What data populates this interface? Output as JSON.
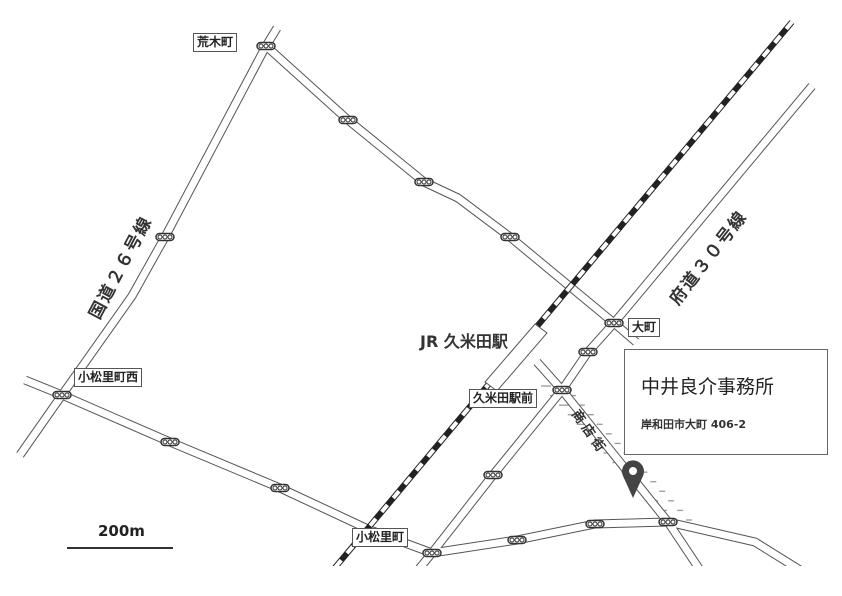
{
  "map": {
    "intersections": [
      "荒木町",
      "小松里町西",
      "大町",
      "久米田駅前",
      "小松里町"
    ],
    "station_label": "JR 久米田駅",
    "roads": {
      "route26": "国道２６号線",
      "route30": "府道３０号線",
      "shopping_street": "商店街"
    },
    "scale_label": "200m",
    "info": {
      "name": "中井良介事務所",
      "address": "岸和田市大町 406-2"
    },
    "colors": {
      "road_edge": "#555555",
      "rail": "#222222",
      "pin": "#444444",
      "hatch": "#999999"
    },
    "icons": [
      "traffic-signal-icon",
      "map-pin-icon"
    ]
  }
}
